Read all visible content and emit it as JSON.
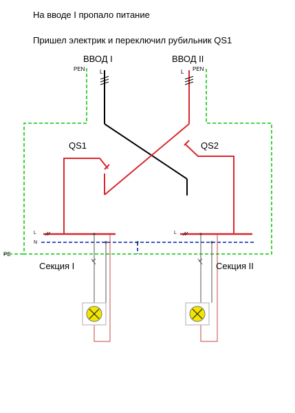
{
  "captions": {
    "line1": "На вводе  I пропало питание",
    "line2": "Пришел электрик и переключил рубильник   QS1"
  },
  "inputs": {
    "left": {
      "title": "ВВОД I",
      "pen": "PEN",
      "l": "L"
    },
    "right": {
      "title": "ВВОД II",
      "pen": "PEN",
      "l": "L"
    }
  },
  "switches": {
    "qs1": "QS1",
    "qs2": "QS2"
  },
  "buses": {
    "left_l": "L",
    "left_n": "N",
    "right_l": "L",
    "pe": "PE"
  },
  "sections": {
    "left": "Секция   I",
    "right": "Секция   II"
  },
  "colors": {
    "phase_energized": "#d9262c",
    "phase_dead": "#000000",
    "pe": "#2ecc2e",
    "neutral": "#1f3fbf",
    "lamp": "#f2e600",
    "lamp_box": "#bbbbbb",
    "lamp_wire": "#c44545"
  }
}
